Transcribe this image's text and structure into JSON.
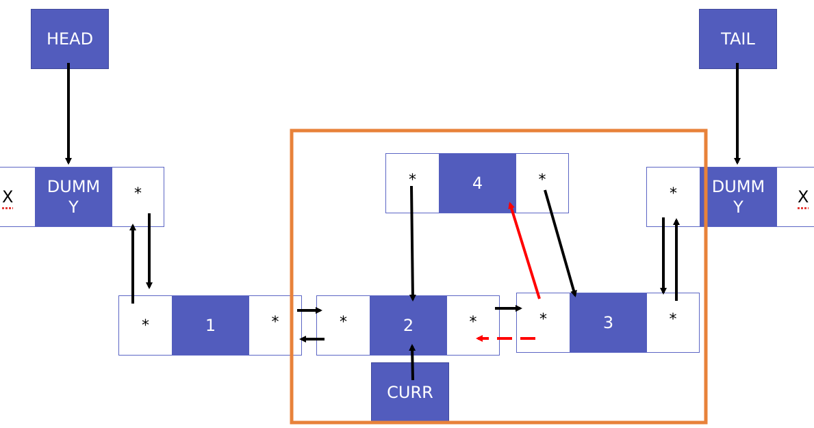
{
  "head_label": "HEAD",
  "tail_label": "TAIL",
  "curr_label": "CURR",
  "head_dummy": {
    "prev": "X",
    "value": "DUMM\nY",
    "next": "*"
  },
  "tail_dummy": {
    "prev": "*",
    "value": "DUMM\nY",
    "next": "X"
  },
  "node1": {
    "prev": "*",
    "value": "1",
    "next": "*"
  },
  "node2": {
    "prev": "*",
    "value": "2",
    "next": "*"
  },
  "node3": {
    "prev": "*",
    "value": "3",
    "next": "*"
  },
  "node4": {
    "prev": "*",
    "value": "4",
    "next": "*"
  },
  "colors": {
    "node_fill": "#525cbd",
    "highlight_frame": "#e8823a",
    "new_link": "#ff0000",
    "link": "#000000"
  }
}
